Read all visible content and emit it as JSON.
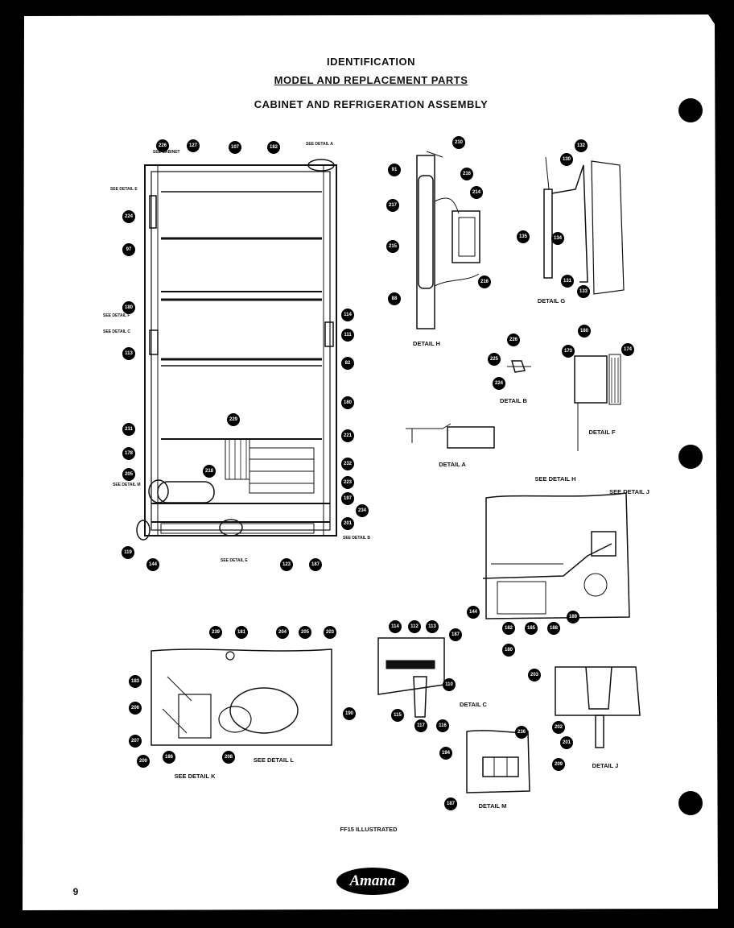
{
  "header": {
    "line1": "IDENTIFICATION",
    "line2": "MODEL AND REPLACEMENT PARTS",
    "line3": "CABINET AND REFRIGERATION ASSEMBLY"
  },
  "footer": {
    "illustrated": "FF15 ILLUSTRATED",
    "page_number": "9",
    "brand": "Amana"
  },
  "detail_labels": {
    "detail_h": "DETAIL H",
    "detail_g": "DETAIL G",
    "detail_b": "DETAIL B",
    "detail_f": "DETAIL F",
    "detail_a": "DETAIL A",
    "detail_c": "DETAIL C",
    "detail_j": "DETAIL J",
    "detail_m": "DETAIL M",
    "see_detail_h": "SEE DETAIL H",
    "see_detail_j": "SEE DETAIL J",
    "see_detail_k": "SEE DETAIL K",
    "see_detail_l": "SEE DETAIL L"
  },
  "small_notes": {
    "see_detail_a": "SEE DETAIL A",
    "see_detail_e": "SEE DETAIL E",
    "see_detail_f": "SEE DETAIL F",
    "see_detail_c": "SEE DETAIL C",
    "see_detail_m": "SEE DETAIL M",
    "see_detail_b": "SEE DETAIL B",
    "see_detail_e2": "SEE DETAIL E",
    "see_cabinet": "SEE CABINET"
  },
  "callouts": {
    "c1": "226",
    "c2": "127",
    "c3": "107",
    "c4": "182",
    "c5": "224",
    "c6": "97",
    "c7": "180",
    "c8": "113",
    "c9": "114",
    "c10": "111",
    "c11": "82",
    "c12": "180",
    "c13": "211",
    "c14": "229",
    "c15": "221",
    "c16": "178",
    "c17": "205",
    "c18": "218",
    "c19": "232",
    "c20": "223",
    "c21": "197",
    "c22": "234",
    "c23": "201",
    "c24": "119",
    "c25": "144",
    "c26": "123",
    "c27": "187",
    "c28": "210",
    "c29": "91",
    "c30": "216",
    "c31": "217",
    "c32": "214",
    "c33": "215",
    "c34": "216",
    "c35": "88",
    "c36": "132",
    "c37": "130",
    "c38": "135",
    "c39": "134",
    "c40": "131",
    "c41": "133",
    "c42": "226",
    "c43": "225",
    "c44": "224",
    "c45": "180",
    "c46": "173",
    "c47": "174",
    "c48": "144",
    "c49": "182",
    "c50": "185",
    "c51": "188",
    "c52": "189",
    "c53": "180",
    "c54": "239",
    "c55": "181",
    "c56": "204",
    "c57": "205",
    "c58": "203",
    "c59": "183",
    "c60": "206",
    "c61": "190",
    "c62": "207",
    "c63": "200",
    "c64": "186",
    "c65": "208",
    "c66": "114",
    "c67": "112",
    "c68": "113",
    "c69": "187",
    "c70": "110",
    "c71": "115",
    "c72": "117",
    "c73": "116",
    "c74": "203",
    "c75": "202",
    "c76": "201",
    "c77": "209",
    "c78": "236",
    "c79": "194",
    "c80": "187"
  }
}
